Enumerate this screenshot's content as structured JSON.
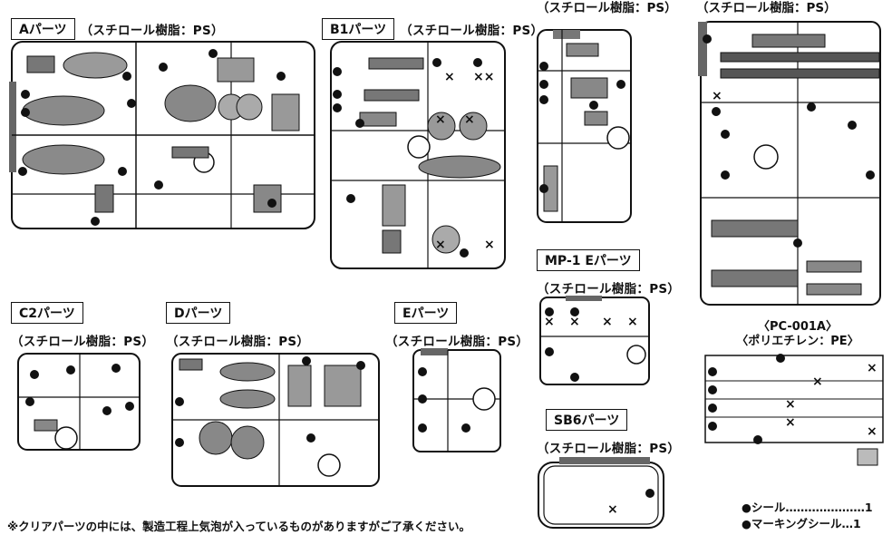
{
  "parts": {
    "a": {
      "label": "Aパーツ",
      "material": "（スチロール樹脂：PS）"
    },
    "b1": {
      "label": "B1パーツ",
      "material": "（スチロール樹脂：PS）"
    },
    "b2": {
      "material": "（スチロール樹脂：PS）"
    },
    "f": {
      "material": "（スチロール樹脂：PS）"
    },
    "c2": {
      "label": "C2パーツ",
      "material": "（スチロール樹脂：PS）"
    },
    "d": {
      "label": "Dパーツ",
      "material": "（スチロール樹脂：PS）"
    },
    "e": {
      "label": "Eパーツ",
      "material": "（スチロール樹脂：PS）"
    },
    "mp1": {
      "label": "MP-1 Eパーツ",
      "material": "（スチロール樹脂：PS）"
    },
    "sb6": {
      "label": "SB6パーツ",
      "material": "（スチロール樹脂：PS）"
    },
    "pc": {
      "label": "〈PC-001A〉",
      "material": "〈ポリエチレン：PE〉"
    }
  },
  "note": "※クリアパーツの中には、製造工程上気泡が入っているものがありますがご了承ください。",
  "legend": [
    {
      "text": "●シール…………………1"
    },
    {
      "text": "●マーキングシール…1"
    }
  ]
}
